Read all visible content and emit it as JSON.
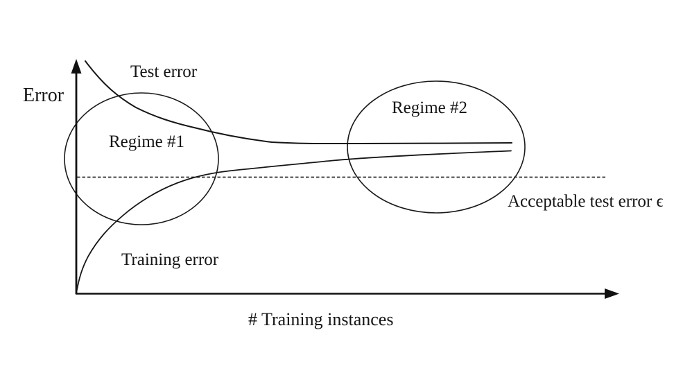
{
  "figure": {
    "background": "#ffffff",
    "ink_color": "#1a1a1a",
    "labels": {
      "y_axis": "Error",
      "x_axis": "# Training instances",
      "test_curve": "Test error",
      "training_curve": "Training error",
      "threshold": "Acceptable test error ϵ",
      "regime1": "Regime #1",
      "regime2": "Regime #2"
    }
  }
}
